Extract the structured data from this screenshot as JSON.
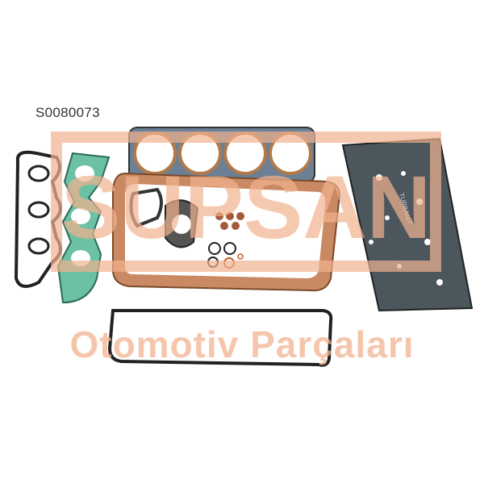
{
  "product": {
    "code": "S0080073",
    "watermark_brand": "SUPSAN",
    "watermark_tagline": "Otomotiv Parçaları",
    "gasket_label": "TURBANIT"
  },
  "colors": {
    "watermark": "#f2b38f",
    "cork": "#c98a63",
    "green_gasket": "#6cc0a3",
    "dark_sheet": "#4c565d",
    "head_gasket": "#6b7f95"
  }
}
